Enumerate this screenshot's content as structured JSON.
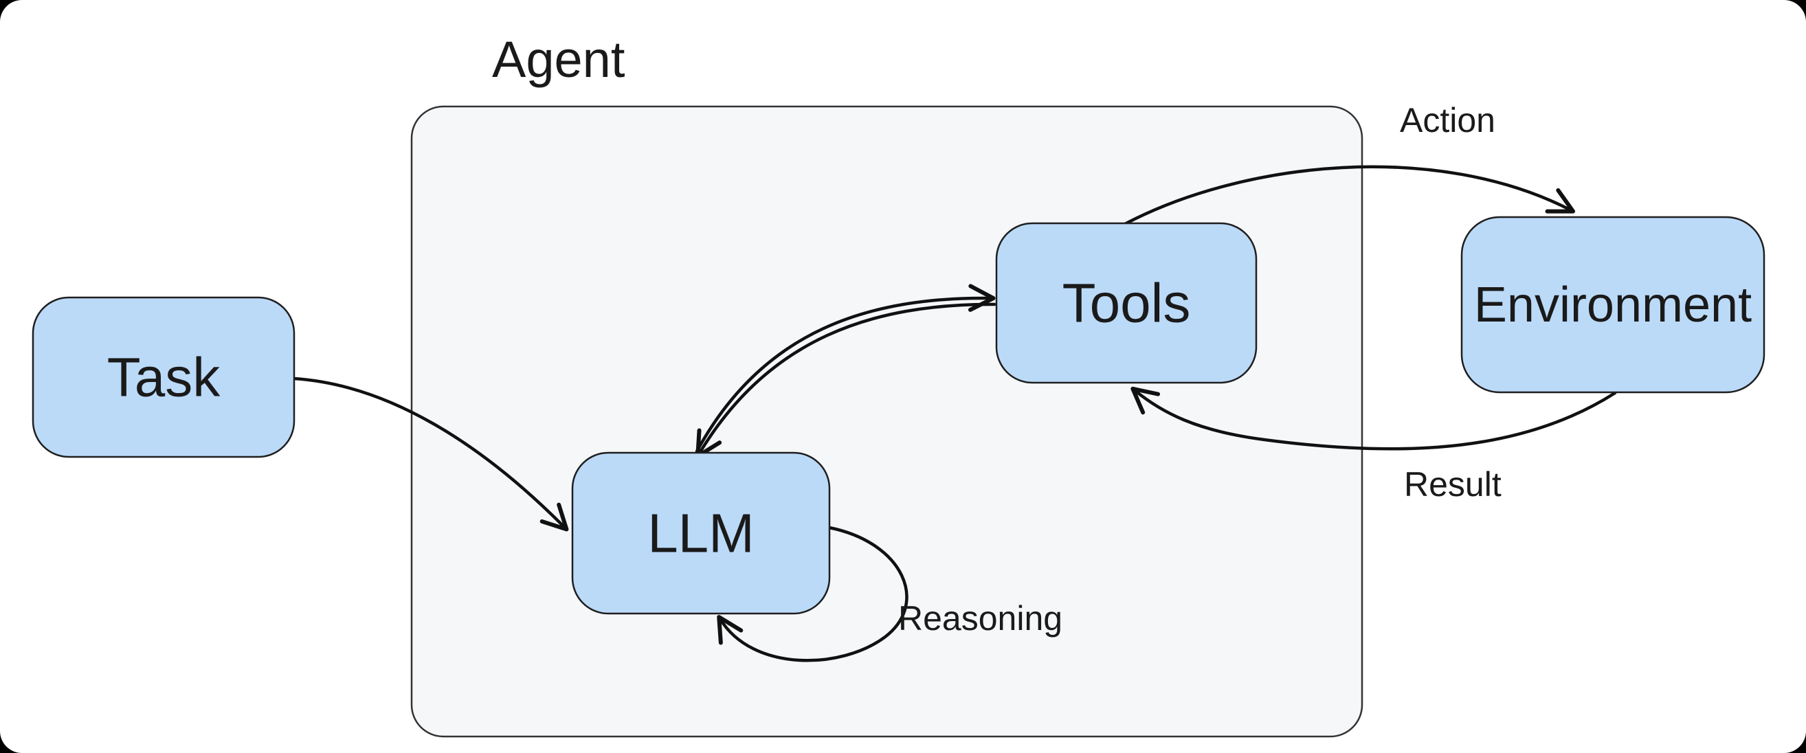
{
  "colors": {
    "page_background": "#000000",
    "canvas_surface": "#ffffff",
    "node_fill": "#bbdaf8",
    "node_border": "#1f1f1f",
    "container_fill": "#f5f7f9",
    "container_border": "#333333",
    "edge_stroke": "#111111",
    "label_text": "#1a1a1a"
  },
  "container": {
    "label": "Agent"
  },
  "nodes": {
    "task": {
      "label": "Task"
    },
    "llm": {
      "label": "LLM"
    },
    "tools": {
      "label": "Tools"
    },
    "environment": {
      "label": "Environment"
    }
  },
  "edges": {
    "task_to_llm": {
      "from": "Task",
      "to": "LLM"
    },
    "llm_to_tools": {
      "from": "LLM",
      "to": "Tools"
    },
    "tools_to_llm": {
      "from": "Tools",
      "to": "LLM"
    },
    "action": {
      "from": "Tools",
      "to": "Environment",
      "label": "Action"
    },
    "result": {
      "from": "Environment",
      "to": "Tools",
      "label": "Result"
    },
    "reasoning": {
      "from": "LLM",
      "to": "LLM",
      "label": "Reasoning"
    }
  }
}
